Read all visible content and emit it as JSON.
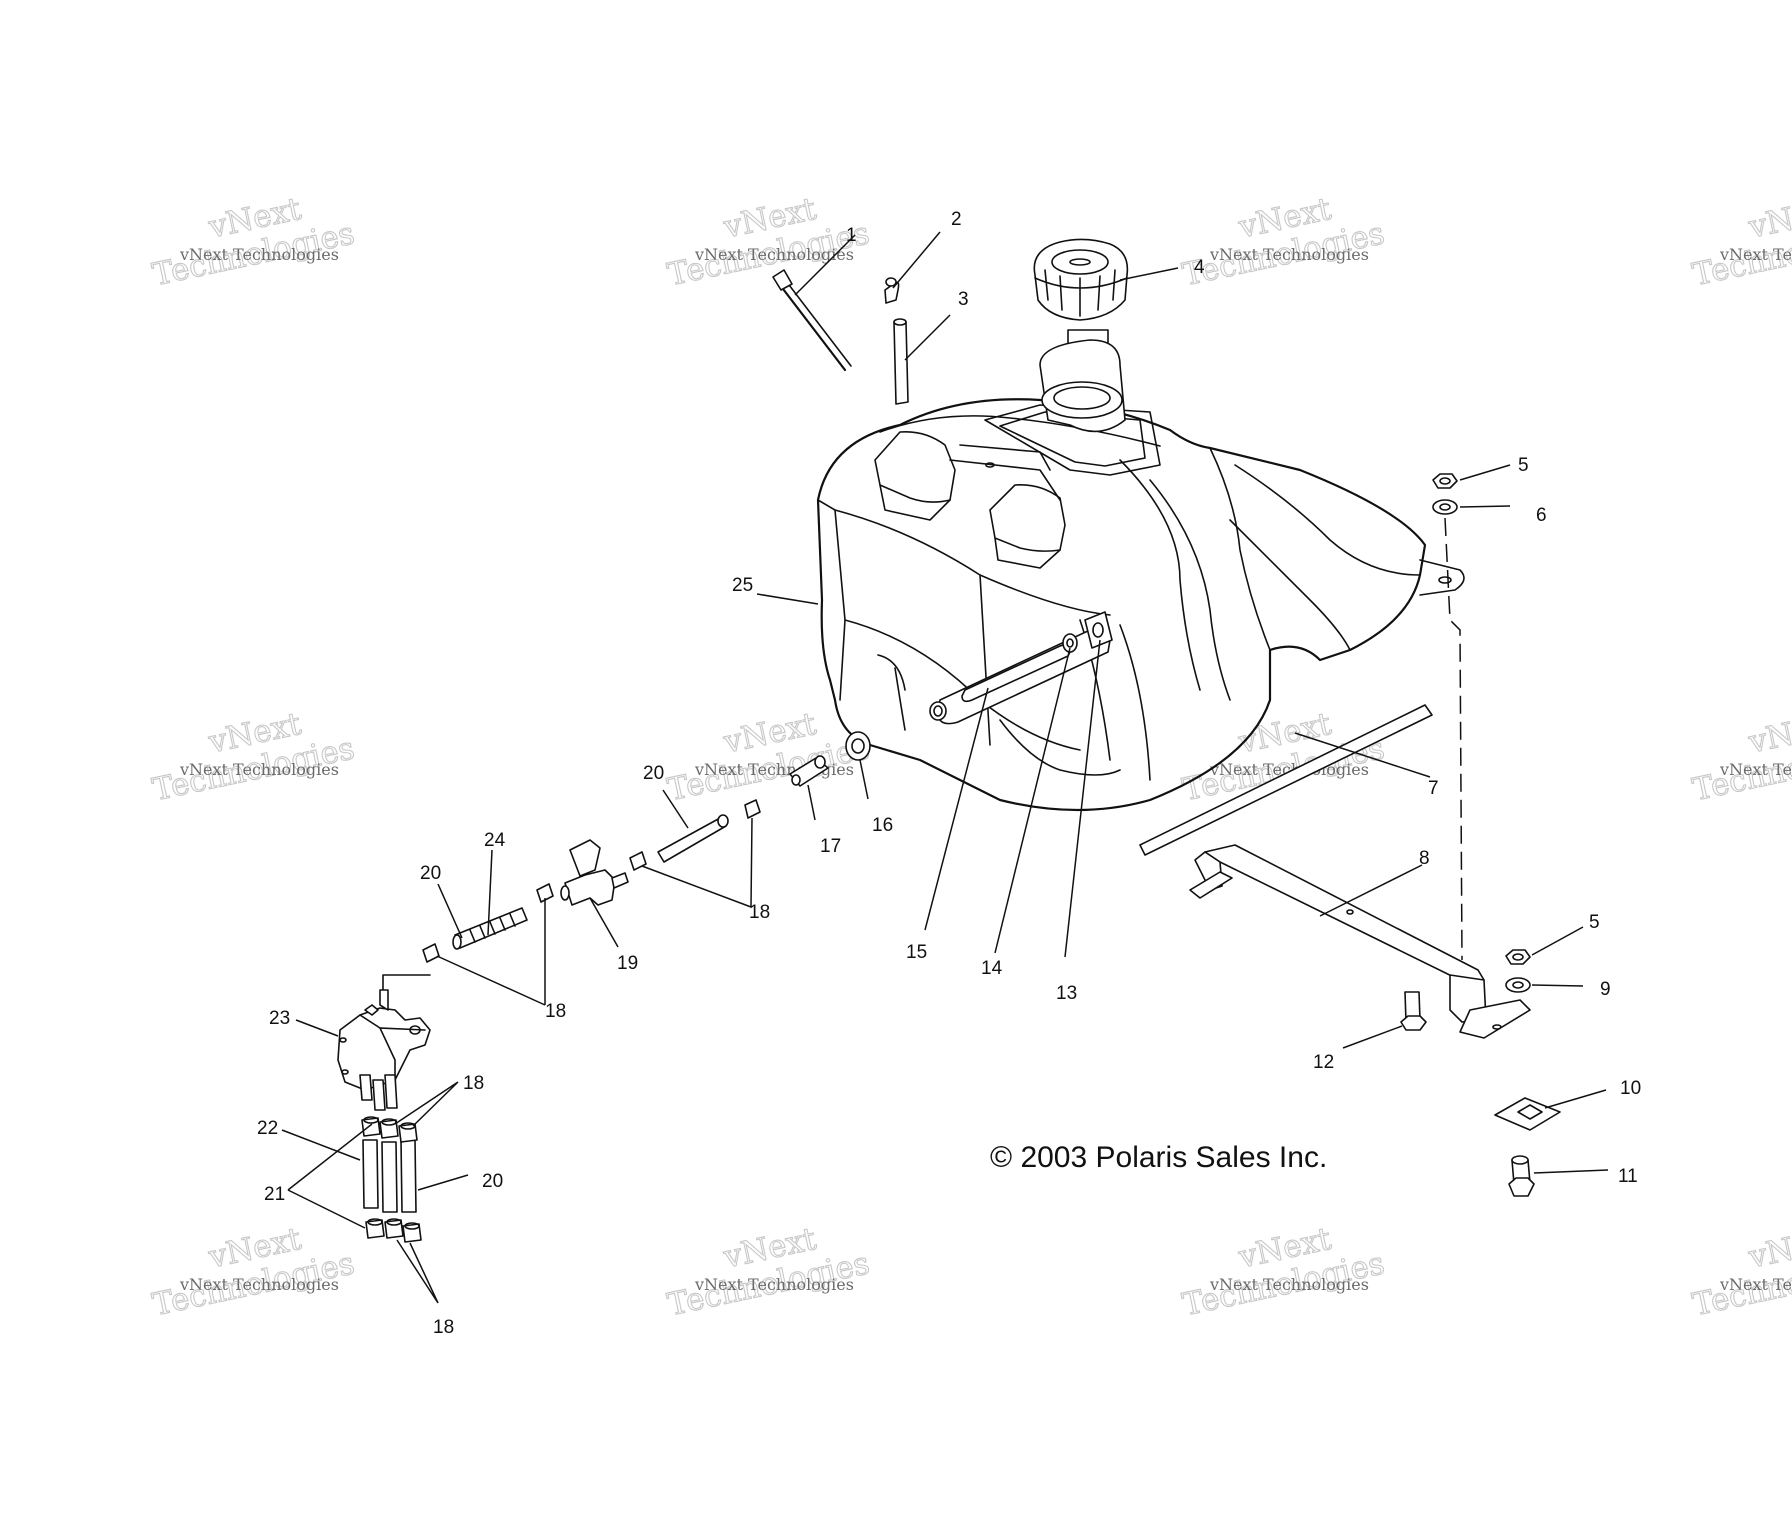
{
  "watermark": {
    "big_line1": "vNext",
    "big_line2": "Technologies",
    "small_line": "vNext Technologies"
  },
  "callouts": [
    "1",
    "2",
    "3",
    "4",
    "5",
    "6",
    "7",
    "8",
    "5",
    "9",
    "10",
    "11",
    "12",
    "13",
    "14",
    "15",
    "16",
    "17",
    "18",
    "19",
    "20",
    "24",
    "20",
    "18",
    "23",
    "18",
    "22",
    "21",
    "20",
    "18",
    "25"
  ],
  "copyright": "© 2003 Polaris Sales Inc."
}
